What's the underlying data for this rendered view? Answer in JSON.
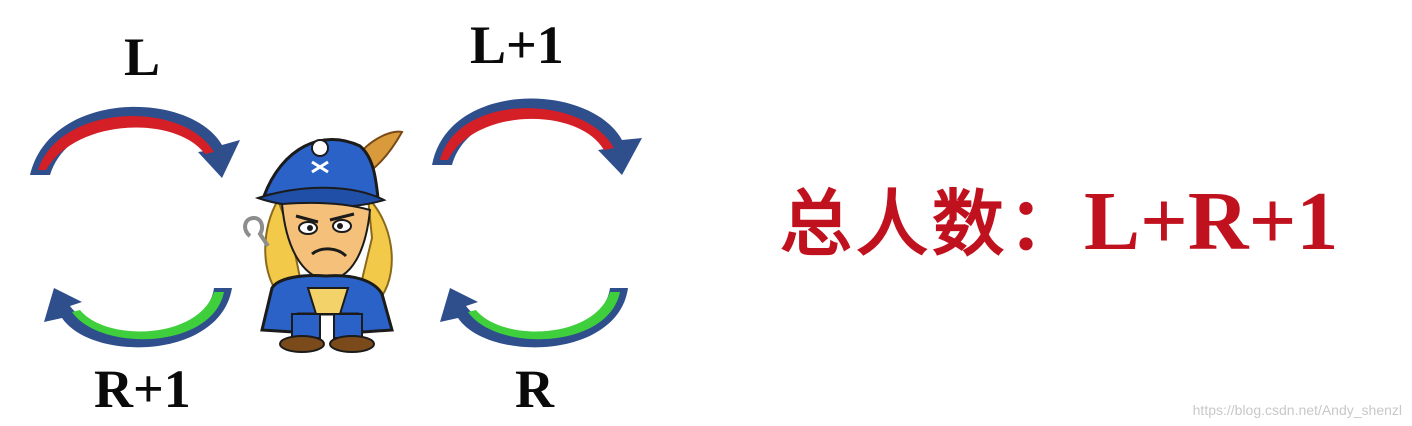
{
  "diagram": {
    "labels": {
      "left_top": "L",
      "right_top": "L+1",
      "left_bottom": "R+1",
      "right_bottom": "R"
    },
    "formula": {
      "chinese": "总人数：",
      "expression": "L+R+1"
    },
    "watermark": "https://blog.csdn.net/Andy_shenzl",
    "colors": {
      "arrow_outline": "#2f4e8c",
      "arrow_top_fill": "#d41f26",
      "arrow_bottom_fill": "#3fcf3c",
      "formula": "#c0121e",
      "pirate_coat": "#2a62c8"
    },
    "icons": {
      "center_figure": "pirate-icon"
    }
  }
}
